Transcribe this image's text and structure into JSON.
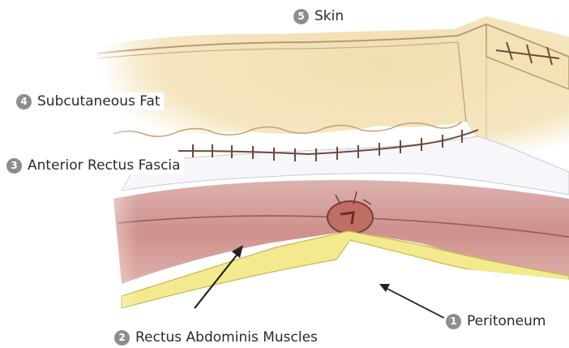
{
  "labels": [
    {
      "key": "skin",
      "number": "5",
      "text": "Skin"
    },
    {
      "key": "fat",
      "number": "4",
      "text": "Subcutaneous Fat"
    },
    {
      "key": "fascia",
      "number": "3",
      "text": "Anterior Rectus Fascia"
    },
    {
      "key": "muscles",
      "number": "2",
      "text": "Rectus Abdominis Muscles"
    },
    {
      "key": "peritoneum",
      "number": "1",
      "text": "Peritoneum"
    }
  ],
  "colors": {
    "skin": "#f3e2b6",
    "skin_edge": "#b99a73",
    "fat": "#f6e7b9",
    "fascia": "#f7f7fb",
    "muscle": "#d8a3a0",
    "muscle_dark": "#9b5a57",
    "peritoneum": "#f3ea8f",
    "suture": "#6b4a3a",
    "marker": "#8d8d8d"
  }
}
